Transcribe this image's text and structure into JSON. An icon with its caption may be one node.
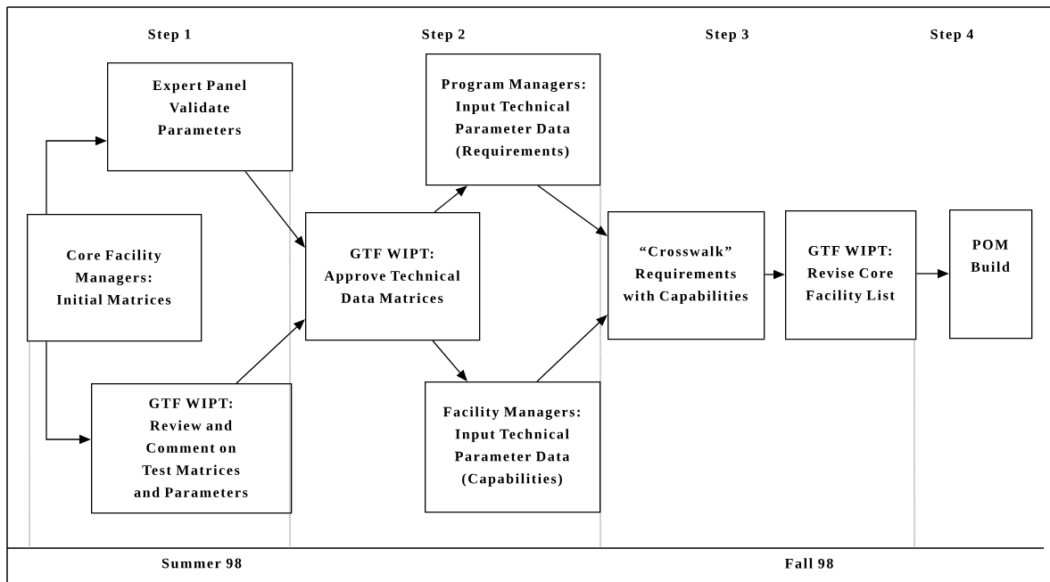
{
  "diagram": {
    "nodes": [
      {
        "text": [
          "Core Facility Managers: Initial Matrices"
        ]
      },
      {
        "text": [
          "Expert Panel Validate Parameters"
        ]
      },
      {
        "text": [
          "GTF WIPT: Review and Comment on Test Matrices and Parameters"
        ]
      },
      {
        "text": [
          "GTF WIPT: Approve Technical Data Matrices"
        ]
      },
      {
        "text": [
          "Program Managers: Input Technical Parameter Data (Requirements)"
        ]
      },
      {
        "text": [
          "Facility Managers: Input Technical Parameter Data (Capabilities)"
        ]
      },
      {
        "text": [
          "“Crosswalk” Requirements with Capabilities"
        ]
      },
      {
        "text": [
          "GTF WIPT: Revise Core Facility List"
        ]
      },
      {
        "text": [
          "POM Build"
        ]
      }
    ],
    "edges": [
      {
        "from": 0,
        "to": 1,
        "arrow": "to"
      },
      {
        "from": 0,
        "to": 2,
        "arrow": "to"
      },
      {
        "from": 1,
        "to": 3,
        "arrow": "to"
      },
      {
        "from": 2,
        "to": 3,
        "arrow": "to"
      },
      {
        "from": 3,
        "to": 4,
        "arrow": "to"
      },
      {
        "from": 3,
        "to": 5,
        "arrow": "to"
      },
      {
        "from": 4,
        "to": 6,
        "arrow": "to"
      },
      {
        "from": 5,
        "to": 6,
        "arrow": "to"
      },
      {
        "from": 6,
        "to": 7,
        "arrow": "to"
      },
      {
        "from": 7,
        "to": 8,
        "arrow": "to"
      }
    ],
    "labels": [
      "Step 1",
      "Step 2",
      "Step 3",
      "Step 4",
      "Summer 98",
      "Fall 98"
    ]
  }
}
